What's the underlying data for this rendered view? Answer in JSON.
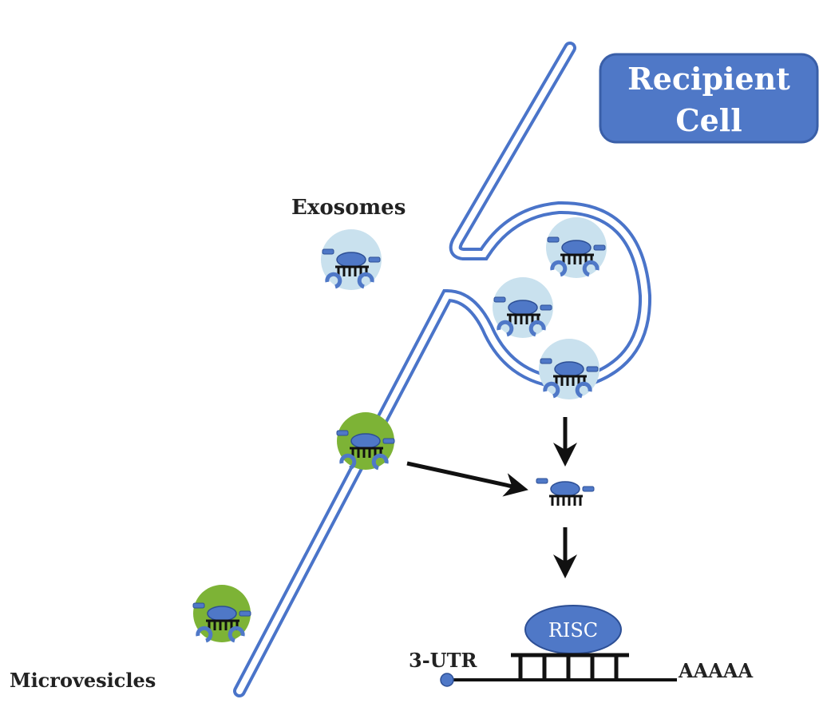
{
  "title": {
    "line1": "Recipient",
    "line2": "Cell"
  },
  "labels": {
    "exosomes": "Exosomes",
    "microvesicles": "Microvesicles",
    "risc": "RISC",
    "utr": "3-UTR",
    "polyA": "AAAAA"
  },
  "colors": {
    "membrane": "#4a74c9",
    "membrane_light": "#ffffff",
    "title_box": "#4f78c7",
    "exosome_halo": "#c9e1ee",
    "microvesicle_halo": "#7db336",
    "mirna_body": "#4f78c7",
    "ink": "#111111"
  },
  "icons": {
    "exosome": "exosome-vesicle-icon",
    "microvesicle": "microvesicle-icon",
    "mirna": "mirna-complex-icon",
    "arrow": "arrow-icon"
  }
}
